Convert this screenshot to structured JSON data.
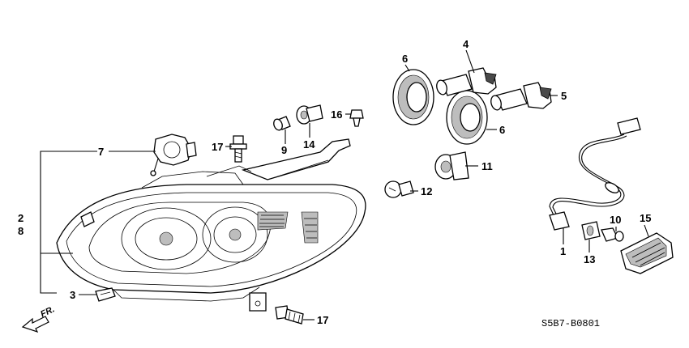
{
  "diagram": {
    "callouts": {
      "p1": "1",
      "p2": "2",
      "p3": "3",
      "p4": "4",
      "p5": "5",
      "p6a": "6",
      "p6b": "6",
      "p7": "7",
      "p8": "8",
      "p9": "9",
      "p10": "10",
      "p11": "11",
      "p12": "12",
      "p13": "13",
      "p14": "14",
      "p15": "15",
      "p16": "16",
      "p17a": "17",
      "p17b": "17"
    },
    "direction_label": "FR.",
    "diagram_code": "S5B7-B0801"
  }
}
